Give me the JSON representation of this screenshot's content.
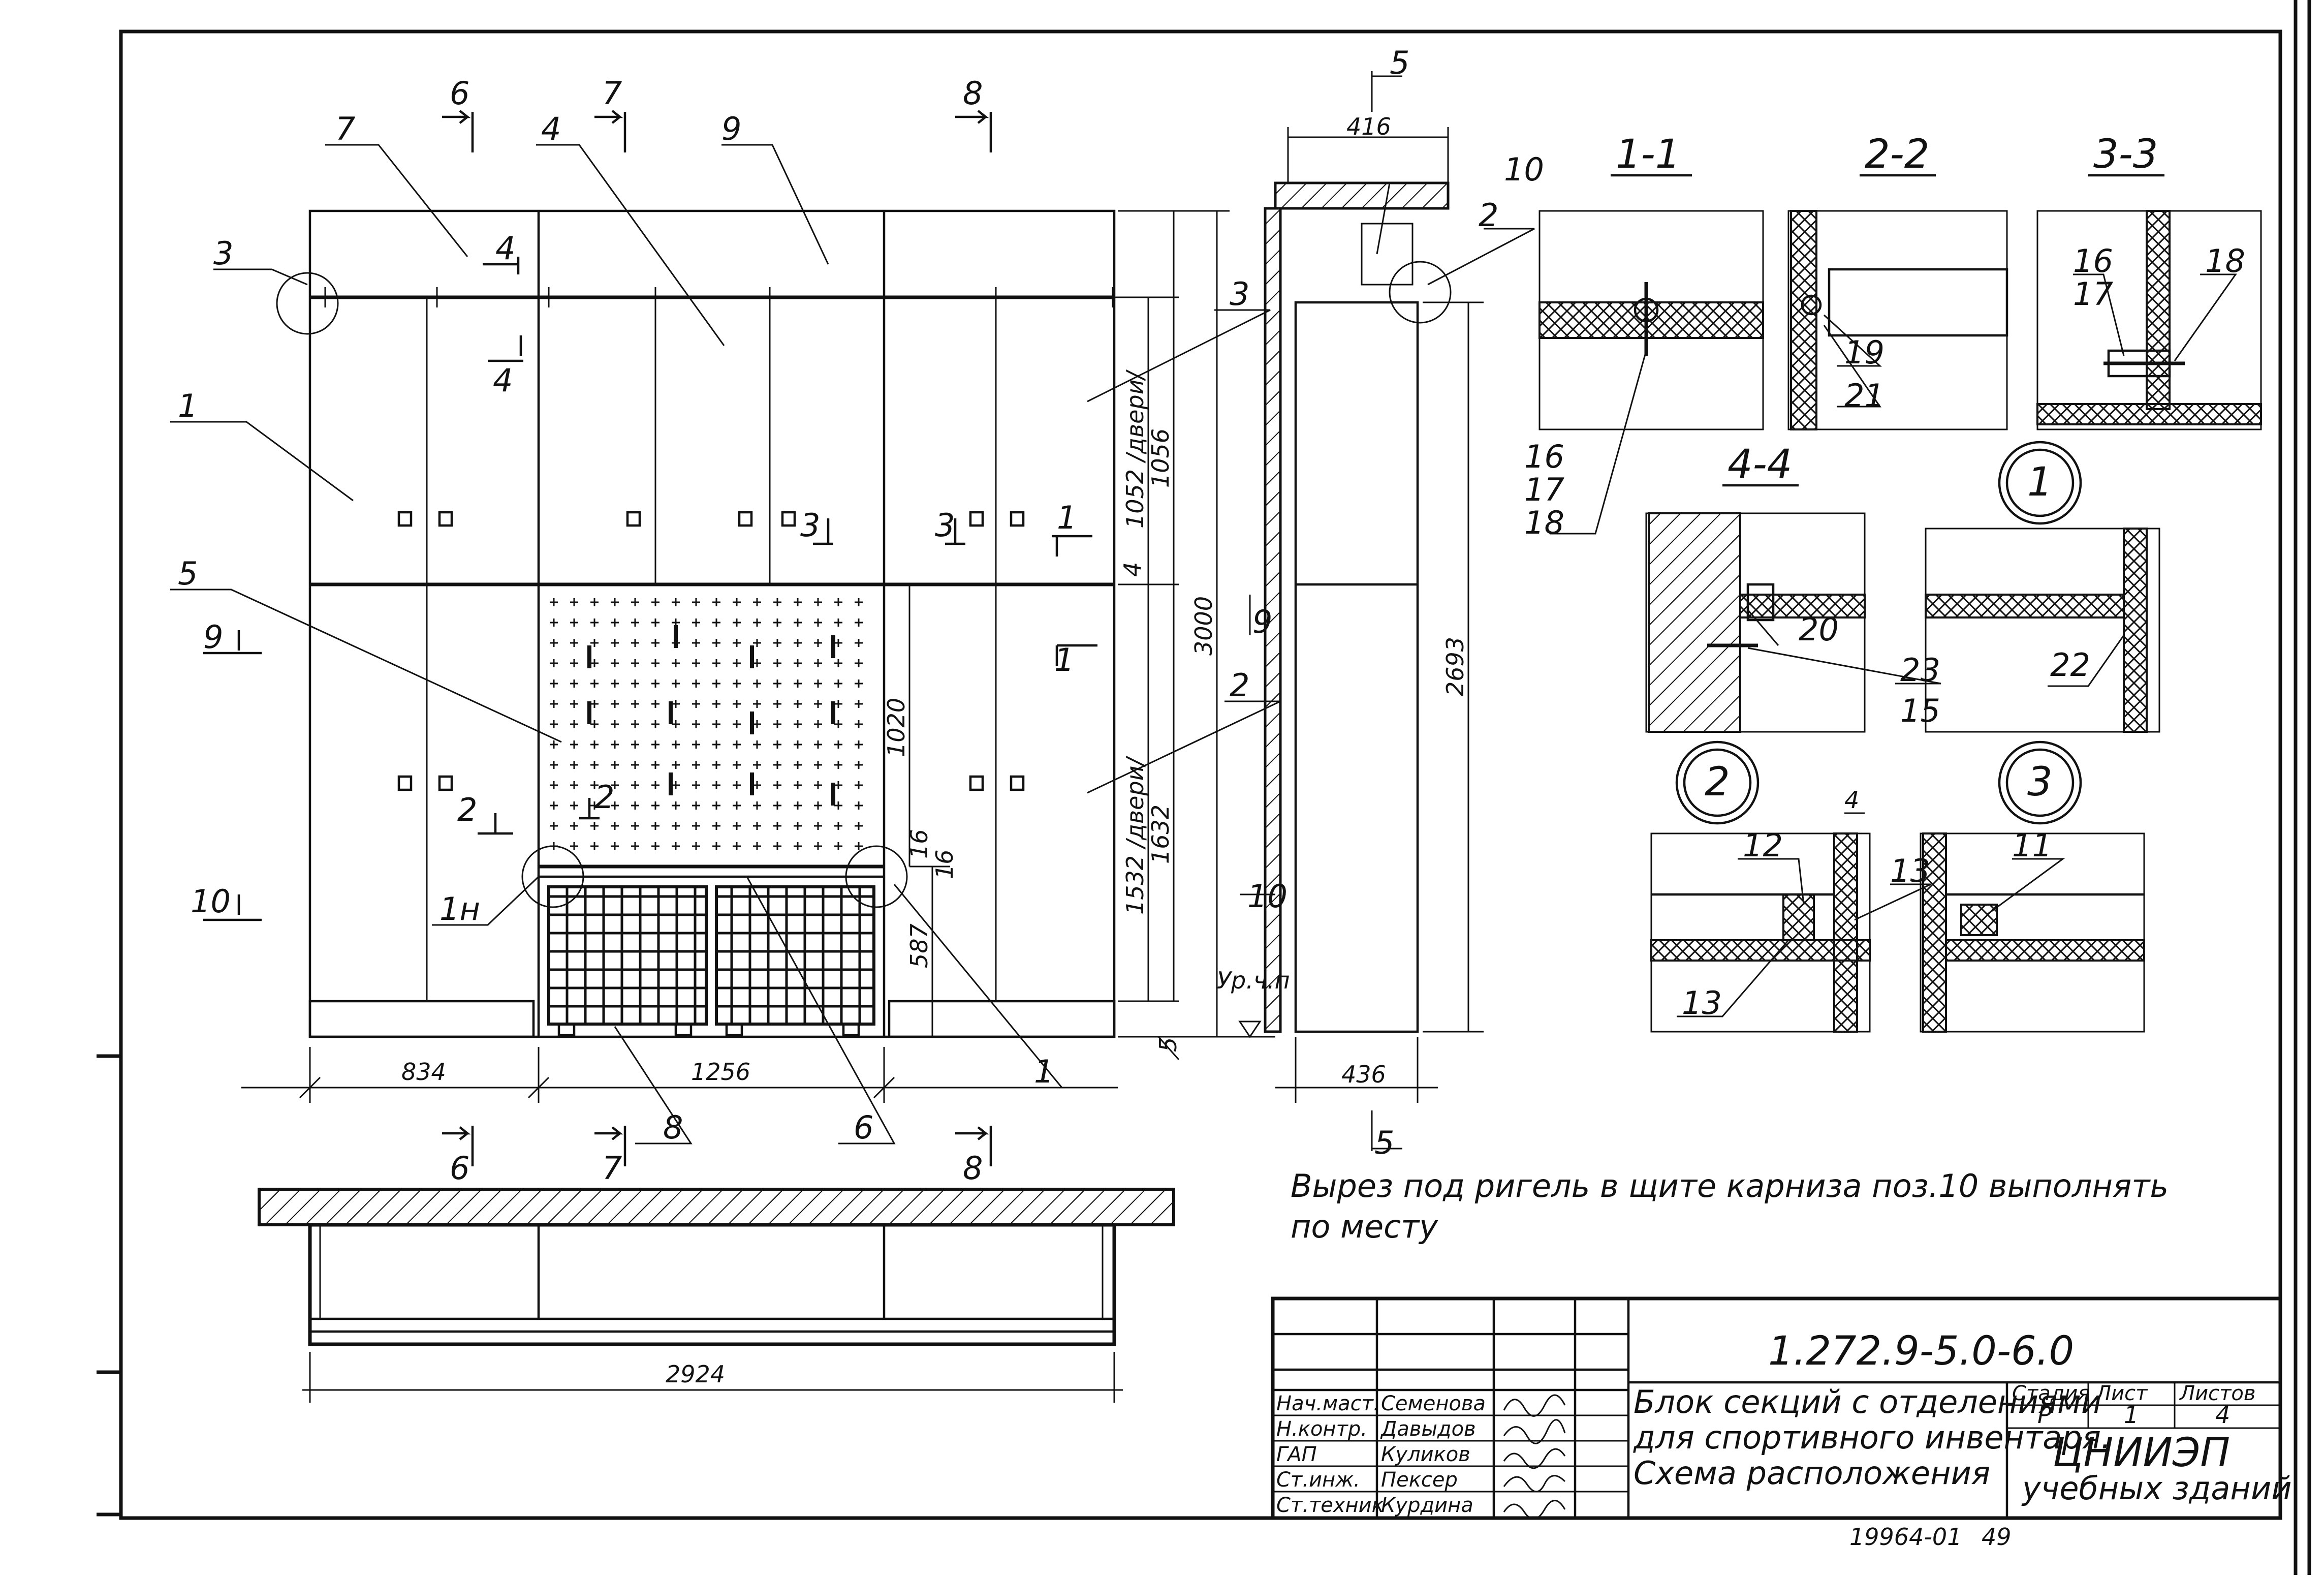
{
  "title_block": {
    "doc_code": "1.272.9-5.0-6.0",
    "description_lines": [
      "Блок секций с отделениями",
      "для спортивного инвентаря.",
      "Схема расположения"
    ],
    "stage_header": "Стадия",
    "sheet_header": "Лист",
    "sheets_header": "Листов",
    "stage": "Р",
    "sheet": "1",
    "sheets": "4",
    "organization_line1": "ЦНИИЭП",
    "organization_line2": "учебных зданий",
    "staff": [
      {
        "role": "Нач.маст.",
        "name": "Семенова"
      },
      {
        "role": "Н.контр.",
        "name": "Давыдов"
      },
      {
        "role": "ГАП",
        "name": "Куликов"
      },
      {
        "role": "Ст.инж.",
        "name": "Пексер"
      },
      {
        "role": "Ст.техник",
        "name": "Курдина"
      }
    ]
  },
  "archive_number": "19964-01",
  "archive_page": "49",
  "note": {
    "line1": "Вырез под ригель в щите карниза поз.10 выполнять",
    "line2": "по месту"
  },
  "front_view": {
    "section_marks_top": [
      "6",
      "7",
      "8"
    ],
    "section_marks_bottom": [
      "6",
      "7",
      "8"
    ],
    "side_marks": [
      "9",
      "10"
    ],
    "section_cut_labels": [
      "4",
      "4",
      "3",
      "3",
      "1",
      "1",
      "2",
      "2"
    ],
    "positions": [
      "7",
      "4",
      "9",
      "3",
      "1",
      "5",
      "3",
      "2",
      "1н",
      "8",
      "6",
      "1"
    ],
    "detail_bubble_labels": [
      "3",
      "2",
      "1н",
      "1"
    ],
    "dimensions": {
      "door_top": "1052 /двери/",
      "upper_height": "1056",
      "overall_height": "3000",
      "door_bottom": "1532 /двери/",
      "lower_height": "1632",
      "pegboard_height": "1020",
      "gap_4": "4",
      "gap_16a": "16",
      "gap_16b": "16",
      "shelf_587": "587",
      "plinth": "5",
      "width_left": "834",
      "width_mid": "1256"
    }
  },
  "side_view": {
    "section_mark": "5",
    "top_width": "416",
    "bottom_width": "436",
    "height": "2693",
    "floor_label": "Ур.ч.п",
    "positions": [
      "10",
      "2"
    ]
  },
  "plan_view": {
    "overall_width": "2924"
  },
  "sections": [
    {
      "title": "1-1",
      "positions": [
        "16",
        "17",
        "18"
      ]
    },
    {
      "title": "2-2",
      "positions": [
        "19",
        "21"
      ]
    },
    {
      "title": "3-3",
      "positions": [
        "16",
        "17",
        "18"
      ]
    },
    {
      "title": "4-4",
      "positions": [
        "20",
        "23",
        "15"
      ]
    }
  ],
  "details": [
    {
      "label": "1",
      "positions": [
        "22"
      ]
    },
    {
      "label": "2",
      "positions": [
        "12",
        "13",
        "13",
        "4"
      ]
    },
    {
      "label": "3",
      "positions": [
        "11"
      ]
    }
  ]
}
